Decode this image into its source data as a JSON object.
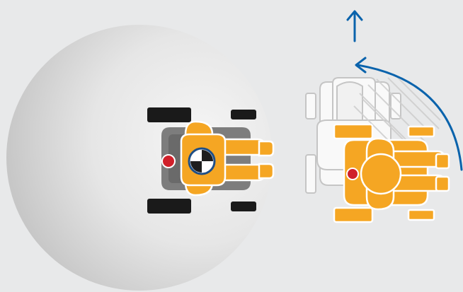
{
  "figure": {
    "background": "#e8e9ea",
    "colors": {
      "turning_area_light": "#f3f3f3",
      "turning_area_dark": "#c9c9c9",
      "occupant_fill": "#f5a623",
      "occupant_stroke": "#ffffff",
      "chair_frame": "#7d7d7d",
      "chair_frame_dark": "#5a5a5a",
      "wheel": "#1a1a1a",
      "rotation_marker": "#d0202a",
      "ghost_chair": "#fafafa",
      "ghost_stroke": "#c4c4c4",
      "arrow": "#0a63ac",
      "center_marker_dark": "#1e1e1e",
      "center_marker_light": "#ffffff",
      "center_marker_ring": "#1f4f86"
    },
    "icons": {
      "left": "wheelchair-top-view-with-occupant",
      "right": "wheelchair-rotation-sequence",
      "rotation_arrow": "curved-arrow-counterclockwise",
      "direction_arrow": "arrow-up"
    }
  }
}
